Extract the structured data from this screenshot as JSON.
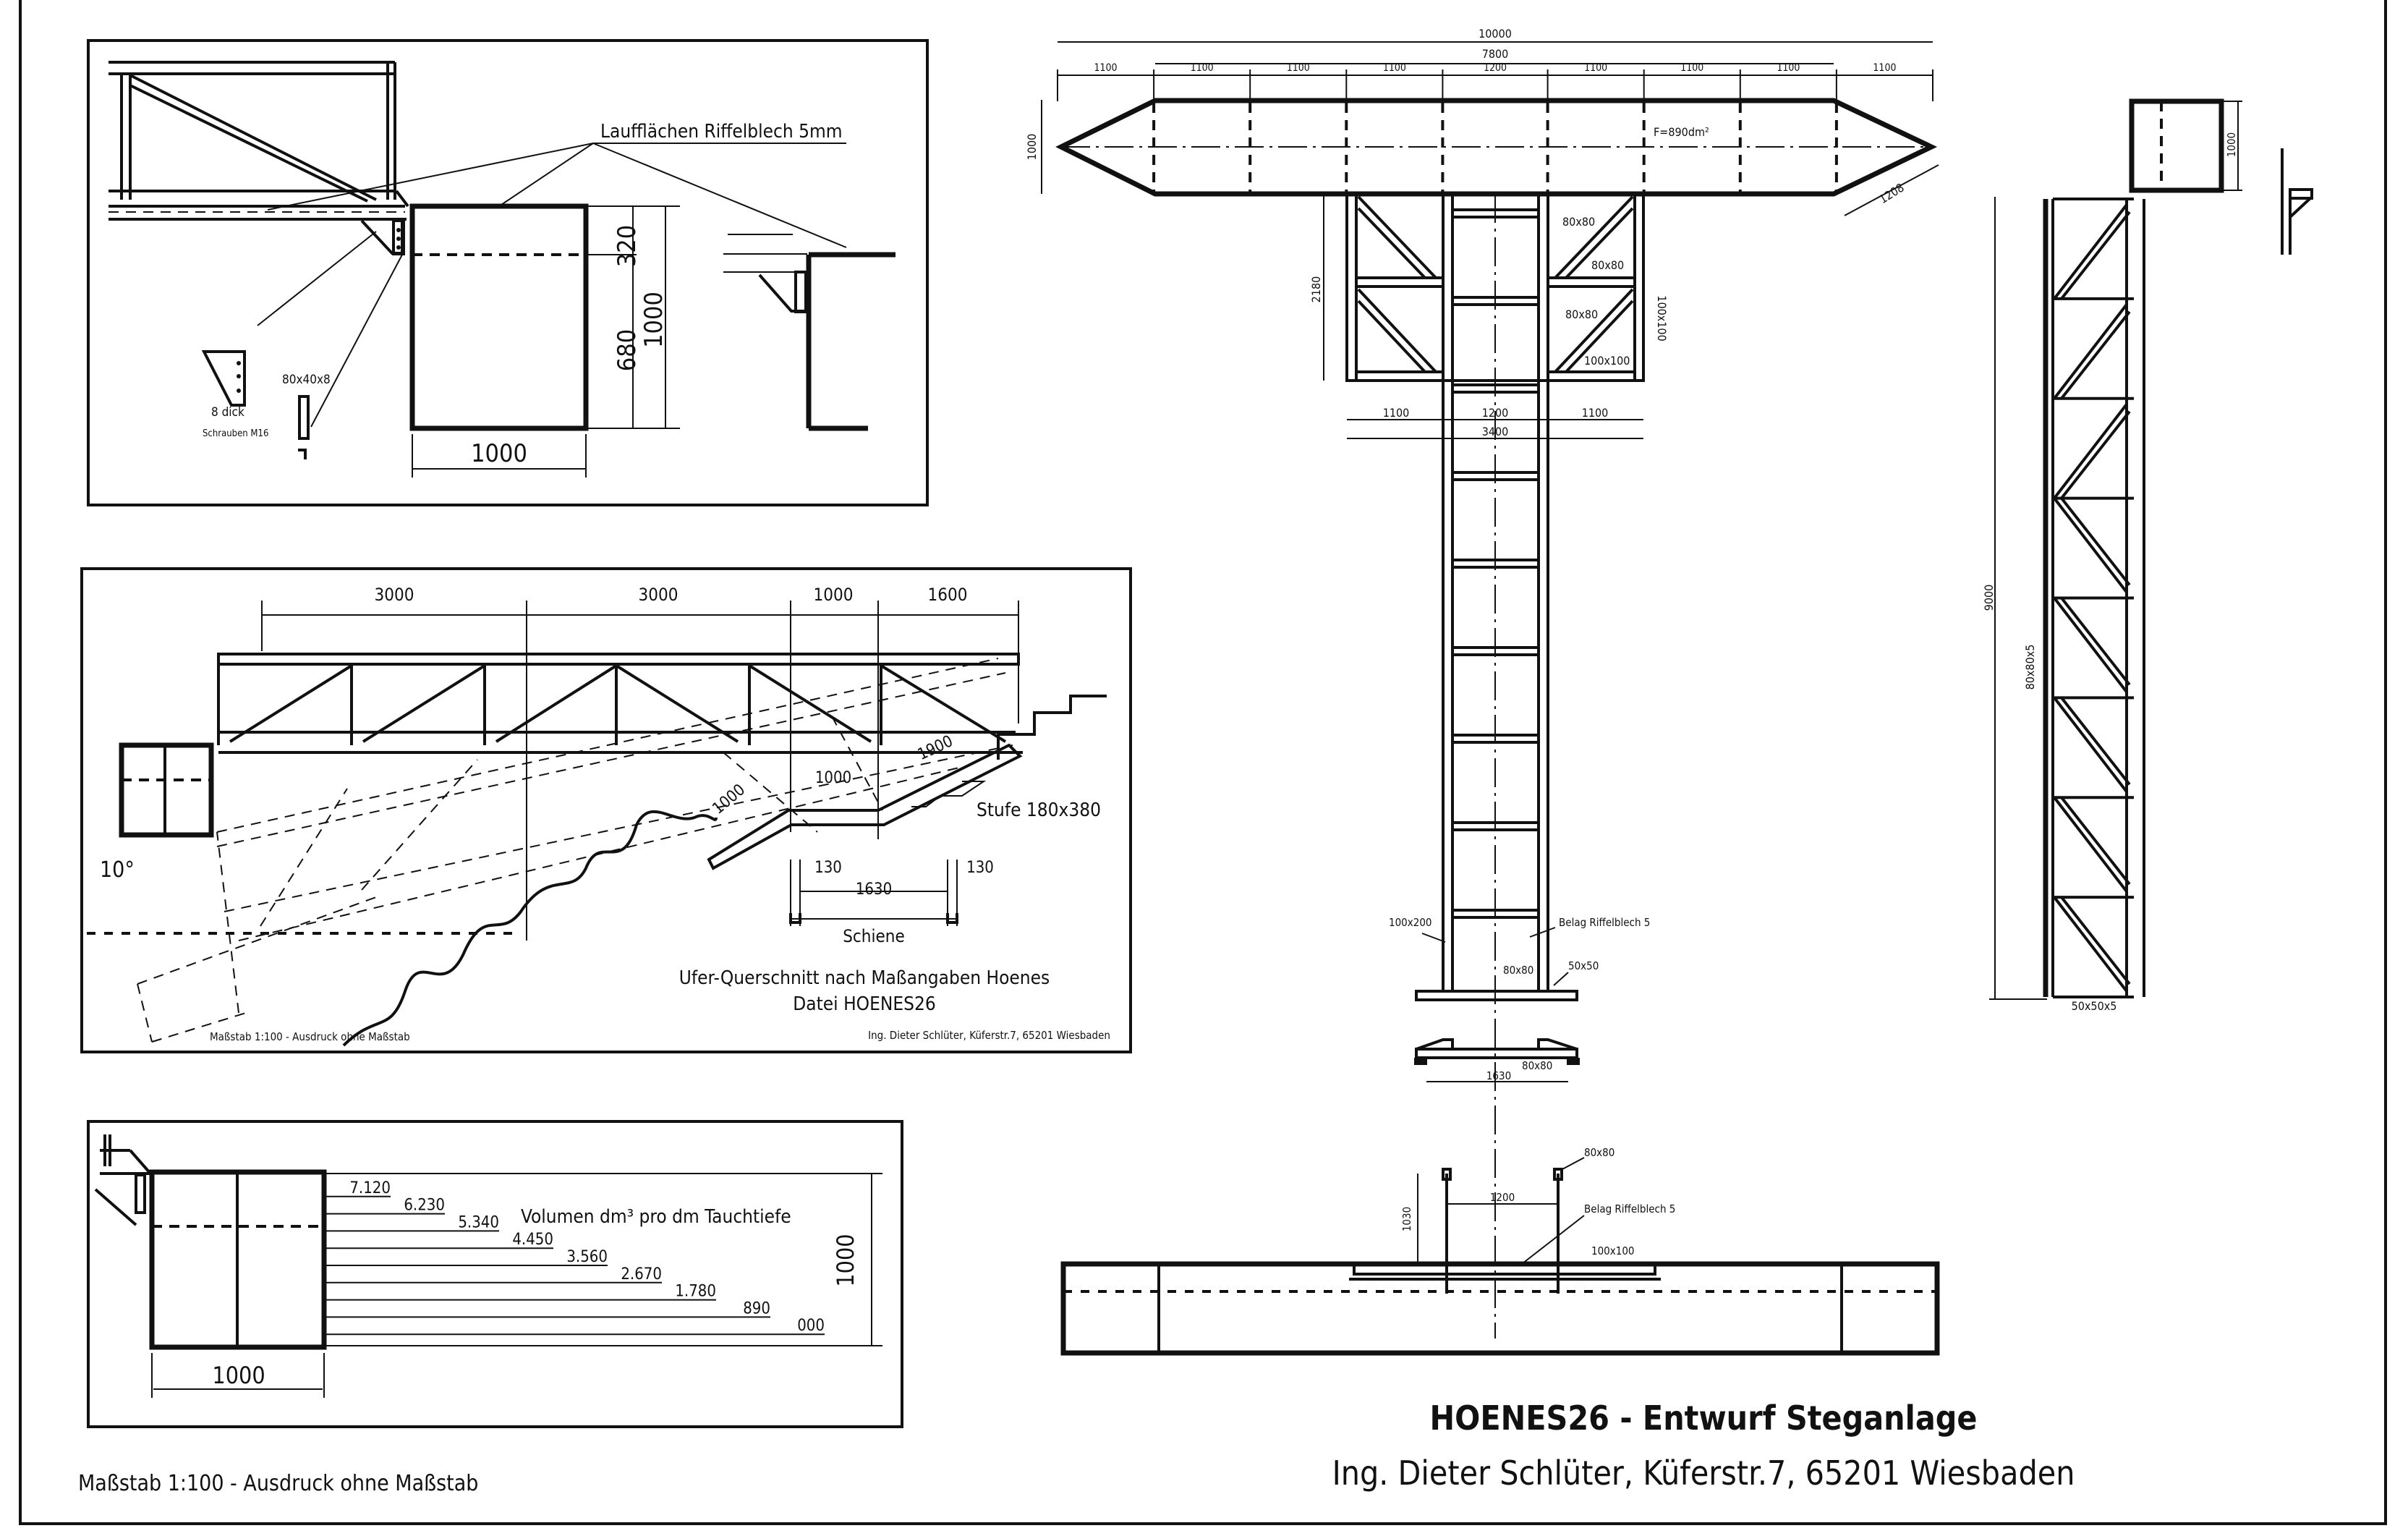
{
  "title": {
    "main": "HOENES26 - Entwurf Steganlage",
    "author": "Ing. Dieter Schlüter, Küferstr.7, 65201 Wiesbaden",
    "scale_note": "Maßstab 1:100 - Ausdruck ohne Maßstab"
  },
  "detail_panel": {
    "label_surface": "Laufflächen Riffelblech 5mm",
    "dim_width": "1000",
    "dim_height": "1000",
    "dim_upper": "320",
    "dim_lower": "680",
    "bracket_label": "8 dick",
    "flat_label": "80x40x8",
    "bolts_label": "Schrauben M16"
  },
  "section_panel": {
    "dims_top": [
      "3000",
      "3000",
      "1000",
      "1600"
    ],
    "dim_diag1": "1900",
    "dim_diag2": "1000",
    "dim_mid": "1000",
    "step_label": "Stufe 180x380",
    "angle": "10°",
    "rail_dims": [
      "130",
      "1630",
      "130"
    ],
    "rail_label": "Schiene",
    "caption_line1": "Ufer-Querschnitt nach Maßangaben Hoenes",
    "caption_line2": "Datei HOENES26",
    "scale_note": "Maßstab 1:100 - Ausdruck ohne Maßstab",
    "author": "Ing. Dieter Schlüter, Küferstr.7, 65201 Wiesbaden"
  },
  "volume_panel": {
    "title": "Volumen dm³ pro dm Tauchtiefe",
    "levels": [
      "7.120",
      "6.230",
      "5.340",
      "4.450",
      "3.560",
      "2.670",
      "1.780",
      "890",
      "000"
    ],
    "dim_width": "1000",
    "dim_height": "1000"
  },
  "plan_view": {
    "dim_total": "10000",
    "dim_inner": "7800",
    "segments": [
      "1100",
      "1100",
      "1100",
      "1100",
      "1200",
      "1100",
      "1100",
      "1100",
      "1100"
    ],
    "dim_depth": "1000",
    "area_label": "F=890dm²",
    "dim_chamfer": "1208",
    "dim_frame_height": "2180",
    "frame_labels": [
      "80x80",
      "80x80",
      "80x80",
      "100x100"
    ],
    "frame_side_label": "100x100",
    "frame_dims": [
      "1100",
      "1200",
      "1100"
    ],
    "frame_total": "3400",
    "walkway_labels": {
      "beam": "100x200",
      "deck": "Belag Riffelblech 5",
      "cross": "80x80",
      "angle": "50x50"
    },
    "carriage_label": "80x80",
    "carriage_dim": "1630"
  },
  "front_view": {
    "post_label": "80x80",
    "width_dim": "1200",
    "height_dim": "1030",
    "deck_label": "Belag Riffelblech 5",
    "beam_label": "100x100"
  },
  "side_view": {
    "dim_length": "9000",
    "dim_depth": "1000",
    "chord_label": "80x80x5",
    "brace_label": "50x50x5"
  }
}
